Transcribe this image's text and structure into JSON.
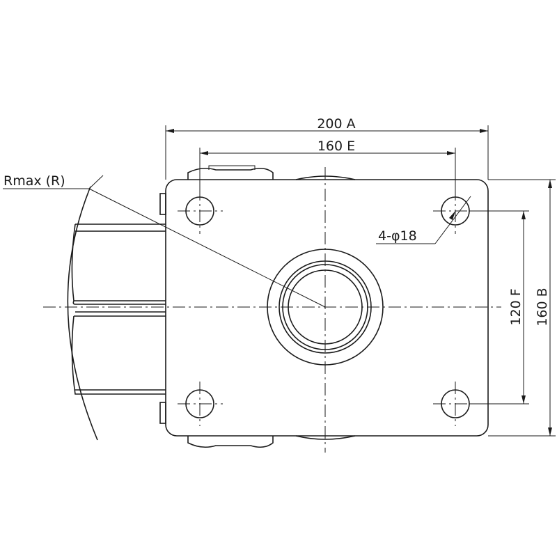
{
  "dimensions": {
    "overall_width": "200 A",
    "hole_spacing_width": "160 E",
    "hole_spacing_height": "120 F",
    "overall_height": "160 B",
    "hole_callout": "4-φ18",
    "radius_label": "Rmax (R)"
  }
}
